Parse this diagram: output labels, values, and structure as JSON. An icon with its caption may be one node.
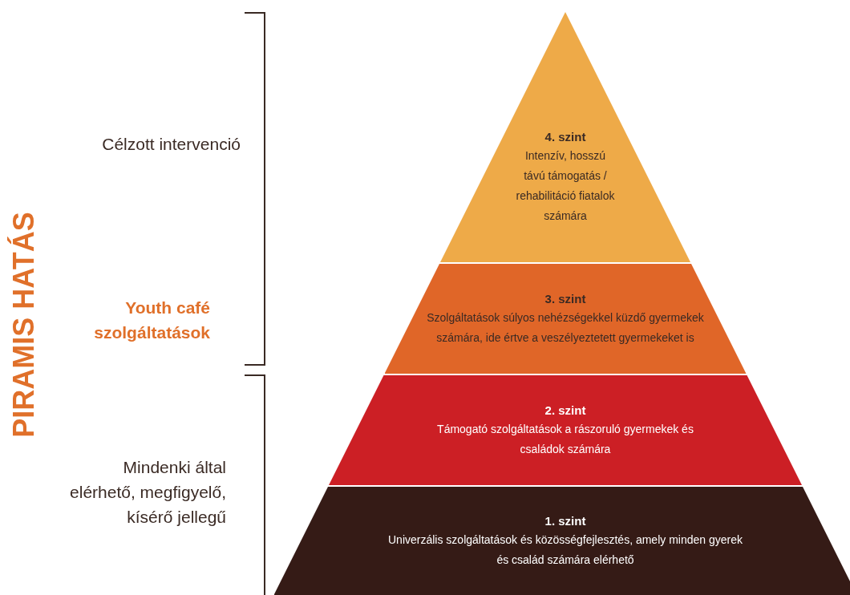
{
  "diagram": {
    "nodes": [
      {
        "text": [
          "4. szint",
          "Intenzív, hosszú távú támogatás / rehabilitáció fiatalok számára"
        ]
      },
      {
        "text": [
          "3. szint",
          "Szolgáltatások súlyos nehézségekkel küzdő gyermekek számára, ide értve a veszélyeztetett gyermekeket is"
        ]
      },
      {
        "text": [
          "2. szint",
          "Támogató szolgáltatások a rászoruló gyermekek és családok számára"
        ]
      },
      {
        "text": [
          "1. szint",
          "Univerzális szolgáltatások és közösségfejlesztés, amely minden gyerek és család számára elérhető"
        ]
      }
    ],
    "edges": [],
    "labels": [
      "PIRAMIS HATÁS",
      "Célzott intervenció",
      "Youth café szolgáltatások",
      "Mindenki által elérhető, megfigyelő, kísérő jellegű"
    ]
  }
}
